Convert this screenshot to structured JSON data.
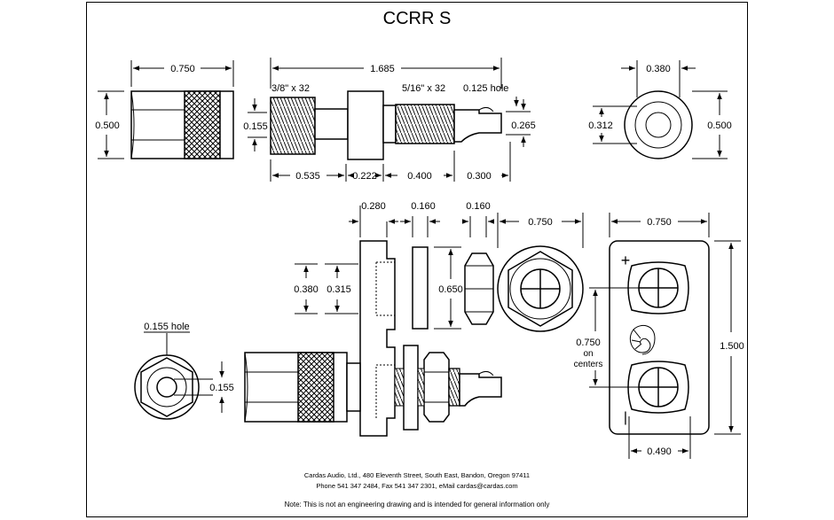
{
  "title": "CCRR S",
  "dimensions": {
    "top_body_length": "0.750",
    "top_body_height": "0.500",
    "overall_length": "1.685",
    "thread_left": "3/8\" x 32",
    "thread_right": "5/16\" x 32",
    "hole_right": "0.125 hole",
    "shaft_dia": "0.155",
    "tip_dia": "0.265",
    "seg_1": "0.535",
    "seg_2": "0.222",
    "seg_3": "0.400",
    "seg_4": "0.300",
    "end_inner": "0.380",
    "end_mid": "0.312",
    "end_outer": "0.500",
    "plate_thick": "0.280",
    "washer_thick": "0.160",
    "nut_thick": "0.160",
    "hex_width": "0.750",
    "plate_width": "0.750",
    "plate_step_outer": "0.380",
    "plate_step_inner": "0.315",
    "washer_height": "0.650",
    "end_hole": "0.155 hole",
    "end_dia": "0.155",
    "centers_value": "0.750",
    "centers_on": "on",
    "centers_label": "centers",
    "plate_height": "1.500",
    "plate_bottom": "0.490",
    "plus_sign": "+",
    "minus_sign": "|"
  },
  "footer": {
    "address": "Cardas Audio, Ltd., 480 Eleventh Street, South East, Bandon, Oregon 97411",
    "contact": "Phone 541 347 2484, Fax 541 347 2301, eMail cardas@cardas.com",
    "note": "Note: This is not an engineering drawing and is intended for general information only"
  }
}
